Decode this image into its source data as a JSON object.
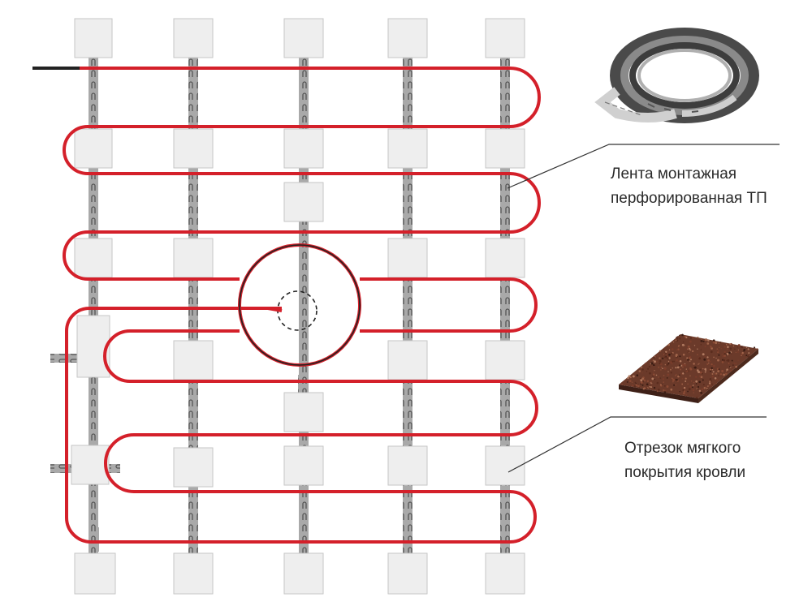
{
  "labels": {
    "tape": {
      "line1": "Лента монтажная",
      "line2": "перфорированная ТП"
    },
    "roofing": {
      "line1": "Отрезок мягкого",
      "line2": "покрытия кровли"
    }
  },
  "colors": {
    "cable": "#d4202a",
    "tape": "#a9a9a9",
    "tile_fill": "#eeeeee",
    "tile_stroke": "#c6c6c6",
    "leader": "#333333",
    "roofing": "#6b3a2a"
  }
}
